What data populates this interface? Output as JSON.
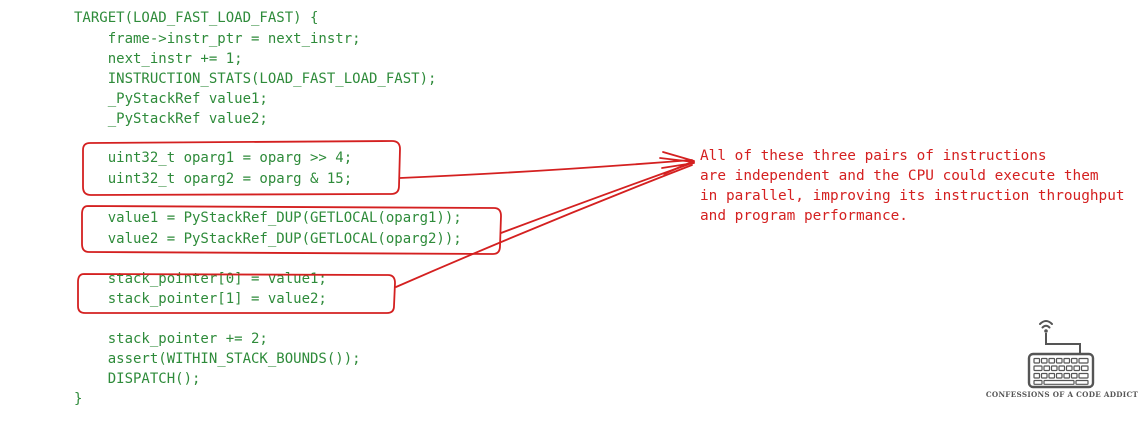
{
  "code": {
    "lines": [
      "TARGET(LOAD_FAST_LOAD_FAST) {",
      "    frame->instr_ptr = next_instr;",
      "    next_instr += 1;",
      "    INSTRUCTION_STATS(LOAD_FAST_LOAD_FAST);",
      "    _PyStackRef value1;",
      "    _PyStackRef value2;",
      "",
      "    uint32_t oparg1 = oparg >> 4;",
      "    uint32_t oparg2 = oparg & 15;",
      "",
      "    value1 = PyStackRef_DUP(GETLOCAL(oparg1));",
      "    value2 = PyStackRef_DUP(GETLOCAL(oparg2));",
      "",
      "    stack_pointer[0] = value1;",
      "    stack_pointer[1] = value2;",
      "",
      "    stack_pointer += 2;",
      "    assert(WITHIN_STACK_BOUNDS());",
      "    DISPATCH();",
      "}"
    ]
  },
  "annotation": {
    "lines": [
      "All of these three pairs of instructions",
      "are independent and the CPU could execute them",
      "in parallel, improving its instruction throughput",
      "and program performance."
    ]
  },
  "logo": {
    "text": "CONFESSIONS OF A CODE ADDICT",
    "icon": "keyboard-wifi-icon"
  },
  "colors": {
    "code": "#2e8b3a",
    "highlight": "#d42020",
    "logo": "#555555"
  }
}
